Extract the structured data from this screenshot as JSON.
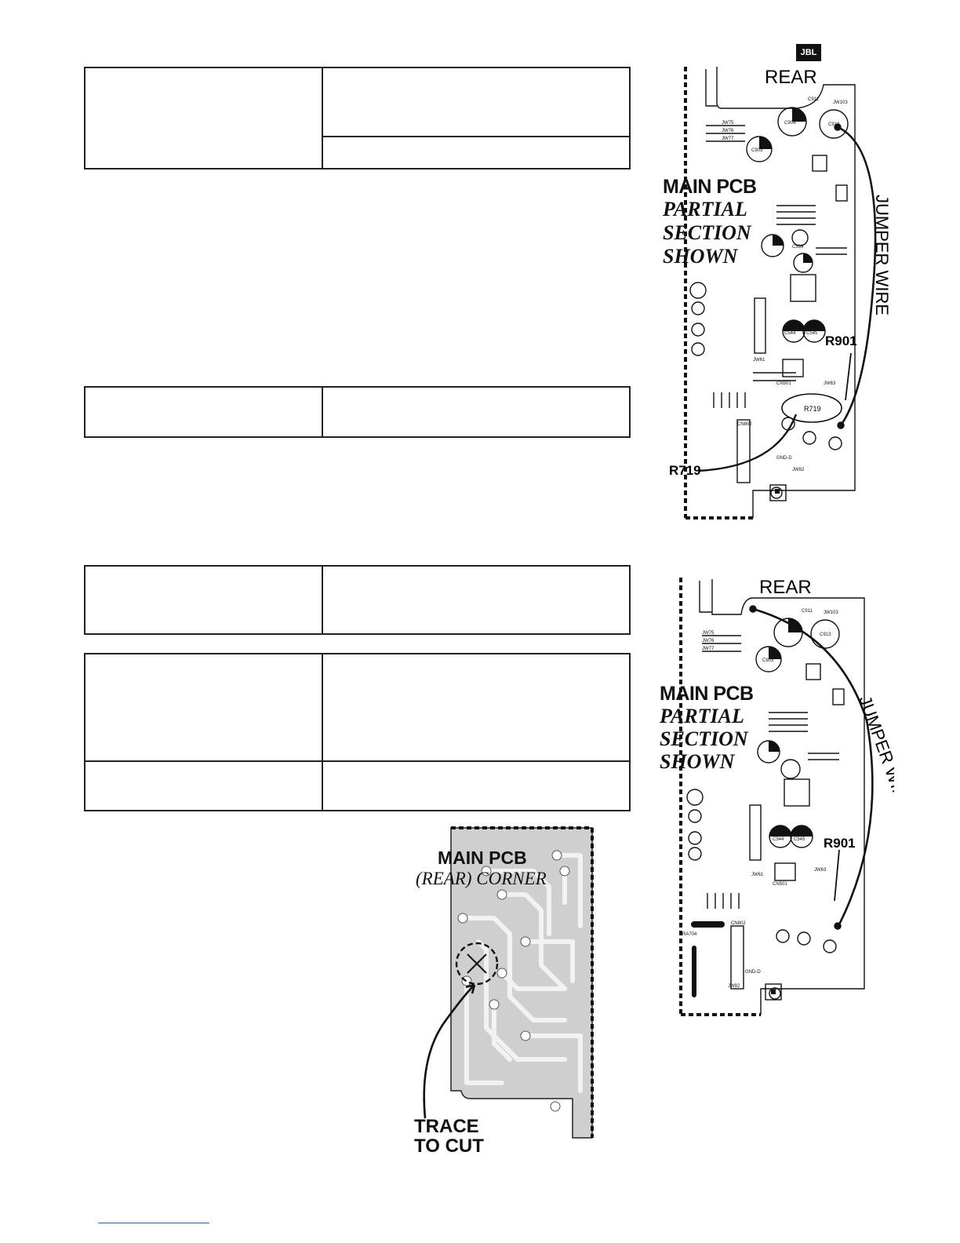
{
  "brand": {
    "logo_text": "JBL"
  },
  "tables": [
    {
      "rows": [
        {
          "left": "",
          "right": ""
        },
        {
          "left": "",
          "right": ""
        }
      ]
    },
    {
      "rows": [
        {
          "left": "",
          "right": ""
        }
      ]
    },
    {
      "rows": [
        {
          "left": "",
          "right": ""
        }
      ]
    },
    {
      "rows": [
        {
          "left": "",
          "right": ""
        },
        {
          "left": "",
          "right": ""
        }
      ]
    }
  ],
  "diagram_top": {
    "rear": "REAR",
    "main_pcb": "MAIN PCB",
    "partial": "PARTIAL",
    "section": "SECTION",
    "shown": "SHOWN",
    "jumper_wire": "JUMPER WIRE",
    "r901": "R901",
    "r719_callout": "R719",
    "r719_part": "R719"
  },
  "diagram_bottom": {
    "rear": "REAR",
    "main_pcb": "MAIN PCB",
    "partial": "PARTIAL",
    "section": "SECTION",
    "shown": "SHOWN",
    "jumper_wire": "JUMPER WIRE",
    "r901": "R901"
  },
  "diagram_corner": {
    "main_pcb": "MAIN PCB",
    "rear_corner": "(REAR) CORNER",
    "trace": "TRACE",
    "to_cut": "TO CUT"
  }
}
